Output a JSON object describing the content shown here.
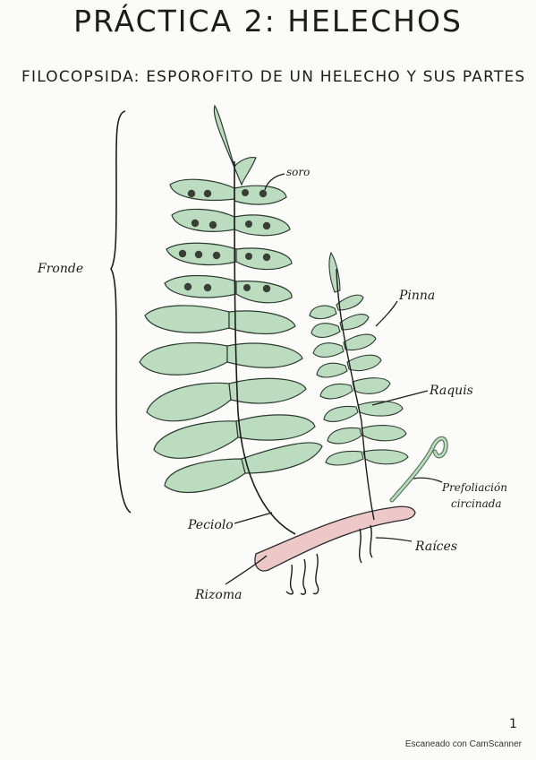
{
  "title": "PRÁCTICA 2: HELECHOS",
  "subtitle": "FILOCOPSIDA: ESPOROFITO DE UN HELECHO Y SUS PARTES",
  "labels": {
    "soro": "soro",
    "fronde": "Fronde",
    "pinna": "Pinna",
    "raquis": "Raquis",
    "prefoliacion_line1": "Prefoliación",
    "prefoliacion_line2": "circinada",
    "peciolo": "Peciolo",
    "raices": "Raíces",
    "rizoma": "Rizoma"
  },
  "page_number": "1",
  "scanner_note": "Escaneado con CamScanner",
  "colors": {
    "leaf_fill": "#bcdcc0",
    "leaf_stroke": "#2b3a2e",
    "sorus": "#3a3f36",
    "rhizome": "#ecc8c8",
    "ink": "#1c1c1c"
  }
}
